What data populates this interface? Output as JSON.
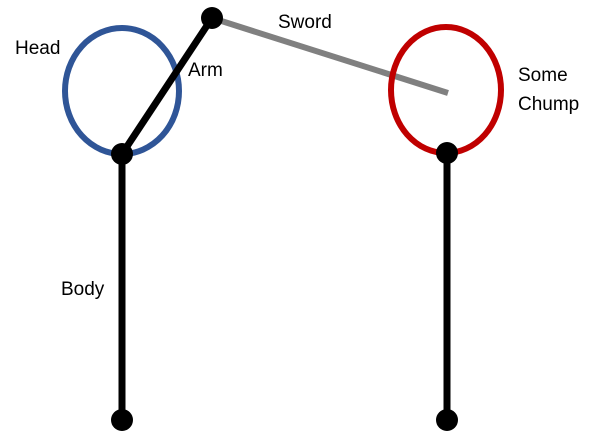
{
  "labels": {
    "head": "Head",
    "arm": "Arm",
    "sword": "Sword",
    "chump_line1": "Some",
    "chump_line2": "Chump",
    "body": "Body"
  },
  "colors": {
    "head_circle": "#2f5597",
    "chump_circle": "#c00000",
    "sword": "#808080",
    "stick": "#000000"
  }
}
